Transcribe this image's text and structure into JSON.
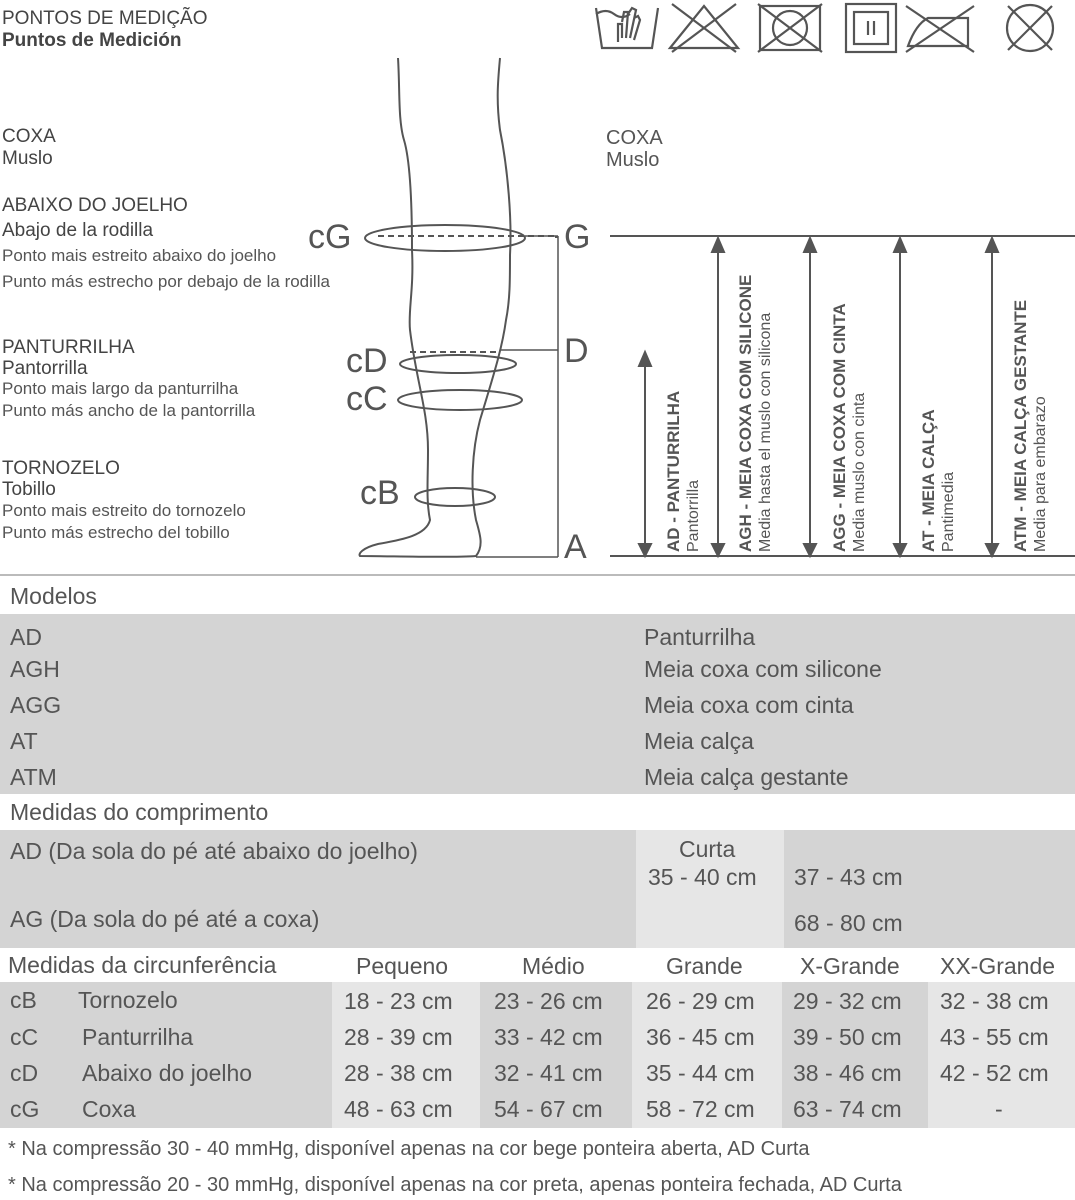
{
  "header": {
    "title_pt": "PONTOS DE MEDIÇÃO",
    "title_es": "Puntos de Medición"
  },
  "care_icons": [
    {
      "name": "hand-wash-icon"
    },
    {
      "name": "no-bleach-icon"
    },
    {
      "name": "no-tumble-dry-icon"
    },
    {
      "name": "line-dry-shade-icon",
      "label": "II"
    },
    {
      "name": "no-iron-icon"
    },
    {
      "name": "no-dry-clean-icon"
    }
  ],
  "left_labels": {
    "coxa_pt": "COXA",
    "coxa_es": "Muslo",
    "joelho_pt": "ABAIXO DO JOELHO",
    "joelho_es": "Abajo de la rodilla",
    "joelho_desc_pt": "Ponto mais estreito abaixo do joelho",
    "joelho_desc_es": "Punto más estrecho por debajo de la rodilla",
    "panturrilha_pt": "PANTURRILHA",
    "panturrilha_es": "Pantorrilla",
    "panturrilha_desc_pt": "Ponto mais largo da panturrilha",
    "panturrilha_desc_es": "Punto más ancho de la pantorrilla",
    "tornozelo_pt": "TORNOZELO",
    "tornozelo_es": "Tobillo",
    "tornozelo_desc_pt": "Ponto mais estreito do tornozelo",
    "tornozelo_desc_es": "Punto más estrecho del tobillo"
  },
  "diagram": {
    "cG": "cG",
    "cD": "cD",
    "cC": "cC",
    "cB": "cB",
    "G": "G",
    "D": "D",
    "A": "A",
    "coxa_pt": "COXA",
    "coxa_es": "Muslo",
    "ad_label": "AD - PANTURRILHA",
    "ad_sub": "Pantorrilla",
    "agh_label": "AGH - MEIA COXA COM SILICONE",
    "agh_sub": "Media hasta el muslo con silicona",
    "agg_label": "AGG - MEIA COXA COM CINTA",
    "agg_sub": "Media muslo con cinta",
    "at_label": "AT - MEIA CALÇA",
    "at_sub": "Pantimedia",
    "atm_label": "ATM - MEIA CALÇA GESTANTE",
    "atm_sub": "Media para embarazo"
  },
  "modelos": {
    "title": "Modelos",
    "rows": [
      {
        "code": "AD",
        "desc": "Panturrilha"
      },
      {
        "code": "AGH",
        "desc": "Meia coxa com silicone"
      },
      {
        "code": "AGG",
        "desc": "Meia coxa com cinta"
      },
      {
        "code": "AT",
        "desc": "Meia calça"
      },
      {
        "code": "ATM",
        "desc": "Meia calça gestante"
      }
    ]
  },
  "comprimento": {
    "title": "Medidas do comprimento",
    "ad_label": "AD (Da sola do pé até abaixo do joelho)",
    "ag_label": "AG (Da sola do pé até a coxa)",
    "curta_label": "Curta",
    "curta_value": "35 - 40 cm",
    "ad_value": "37 - 43 cm",
    "ag_value": "68 - 80 cm"
  },
  "circunferencia": {
    "title": "Medidas da circunferência",
    "headers": [
      "Pequeno",
      "Médio",
      "Grande",
      "X-Grande",
      "XX-Grande"
    ],
    "rows": [
      {
        "code": "cB",
        "name": "Tornozelo",
        "values": [
          "18 - 23 cm",
          "23 - 26 cm",
          "26 - 29 cm",
          "29 - 32 cm",
          "32 - 38 cm"
        ]
      },
      {
        "code": "cC",
        "name": "Panturrilha",
        "values": [
          "28 - 39 cm",
          "33 - 42 cm",
          "36 - 45 cm",
          "39 - 50 cm",
          "43 - 55 cm"
        ]
      },
      {
        "code": "cD",
        "name": "Abaixo do joelho",
        "values": [
          "28 - 38 cm",
          "32 - 41 cm",
          "35 - 44 cm",
          "38 - 46 cm",
          "42 - 52 cm"
        ]
      },
      {
        "code": "cG",
        "name": "Coxa",
        "values": [
          "48 - 63 cm",
          "54 - 67 cm",
          "58 - 72 cm",
          "63 - 74 cm",
          "-"
        ]
      }
    ]
  },
  "notes": [
    "* Na compressão 30 - 40 mmHg, disponível apenas na cor bege ponteira aberta, AD Curta",
    "* Na compressão 20 - 30 mmHg, disponível apenas na cor preta, apenas ponteira fechada, AD Curta"
  ]
}
